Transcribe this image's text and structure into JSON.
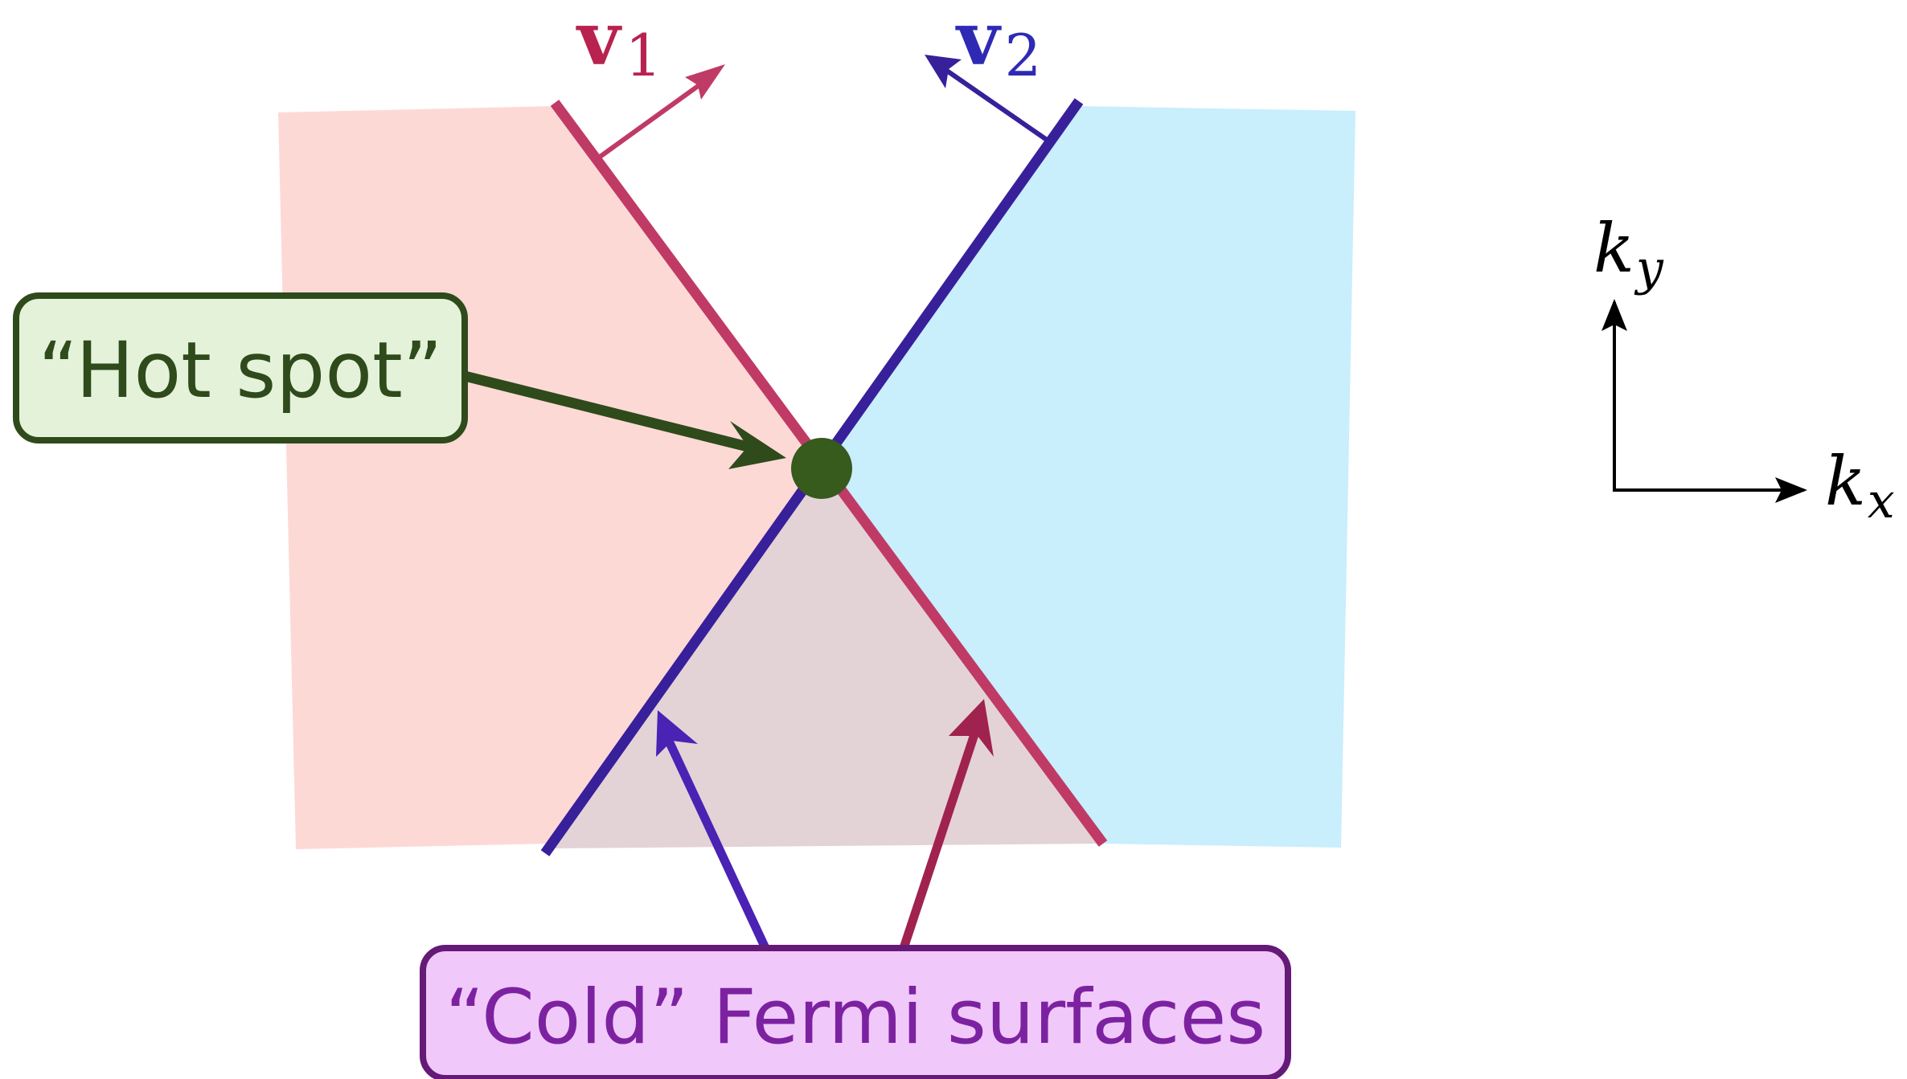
{
  "labels": {
    "v1_main": "v",
    "v1_sub": "1",
    "v2_main": "v",
    "v2_sub": "2",
    "ky_main": "k",
    "ky_sub": "y",
    "kx_main": "k",
    "kx_sub": "x",
    "hot_spot": "“Hot spot”",
    "cold_surfaces": "“Cold” Fermi surfaces"
  },
  "colors": {
    "pink_region": "#fdd9d6",
    "blue_region": "#c9eefc",
    "overlap_region": "#e3d3d6",
    "line1": "#c03a66",
    "line2": "#38209a",
    "hot_spot_dot": "#375a1d",
    "hot_box_fill": "#e3f2d9",
    "hot_box_stroke": "#2f4a1b",
    "hot_text": "#2f4a1b",
    "cold_box_fill": "#f0c8fa",
    "cold_box_stroke": "#641a76",
    "cold_text": "#7c22a0",
    "arrow_blue": "#4a22b4",
    "arrow_red": "#a0224e",
    "v1_color": "#b8224e",
    "v2_color": "#2f2ab4",
    "axis_color": "#000000"
  }
}
